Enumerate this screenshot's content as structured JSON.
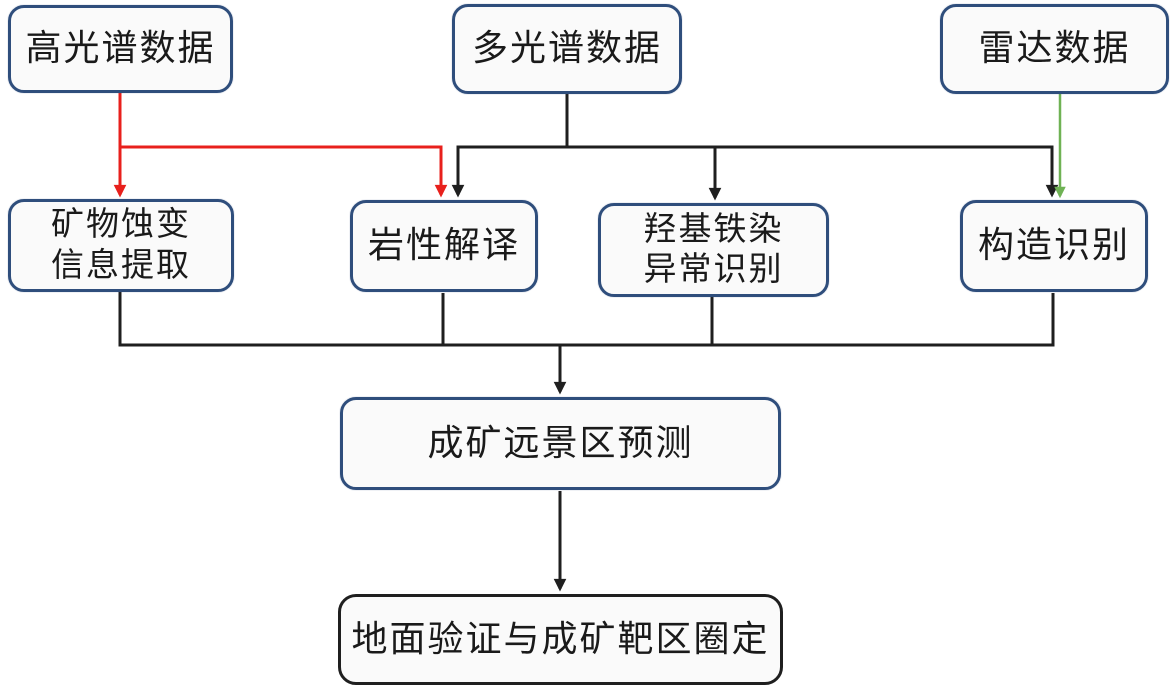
{
  "diagram": {
    "type": "flowchart",
    "nodes": {
      "hyperspectral": {
        "lines": [
          "高光谱数据"
        ]
      },
      "multispectral": {
        "lines": [
          "多光谱数据"
        ]
      },
      "radar": {
        "lines": [
          "雷达数据"
        ]
      },
      "alteration": {
        "lines": [
          "矿物蚀变",
          "信息提取"
        ]
      },
      "lithology": {
        "lines": [
          "岩性解译"
        ]
      },
      "hydroxyl": {
        "lines": [
          "羟基铁染",
          "异常识别"
        ]
      },
      "structure": {
        "lines": [
          "构造识别"
        ]
      },
      "prospect": {
        "lines": [
          "成矿远景区预测"
        ]
      },
      "ground": {
        "lines": [
          "地面验证与成矿靶区圈定"
        ]
      }
    },
    "edges": [
      {
        "from": "高光谱数据",
        "to": "矿物蚀变信息提取",
        "color": "red"
      },
      {
        "from": "高光谱数据",
        "to": "岩性解译",
        "color": "red"
      },
      {
        "from": "多光谱数据",
        "to": "岩性解译",
        "color": "black"
      },
      {
        "from": "多光谱数据",
        "to": "羟基铁染异常识别",
        "color": "black"
      },
      {
        "from": "多光谱数据",
        "to": "构造识别",
        "color": "black"
      },
      {
        "from": "雷达数据",
        "to": "构造识别",
        "color": "green"
      },
      {
        "from": "矿物蚀变信息提取",
        "to": "成矿远景区预测",
        "color": "black"
      },
      {
        "from": "岩性解译",
        "to": "成矿远景区预测",
        "color": "black"
      },
      {
        "from": "羟基铁染异常识别",
        "to": "成矿远景区预测",
        "color": "black"
      },
      {
        "from": "构造识别",
        "to": "成矿远景区预测",
        "color": "black"
      },
      {
        "from": "成矿远景区预测",
        "to": "地面验证与成矿靶区圈定",
        "color": "black"
      }
    ],
    "colors": {
      "navy": "#2f4e7c",
      "dark": "#1f1f1f",
      "red": "#e8201c",
      "green": "#6fb254",
      "fill": "#fafafa",
      "text": "#1a1a1a"
    }
  }
}
